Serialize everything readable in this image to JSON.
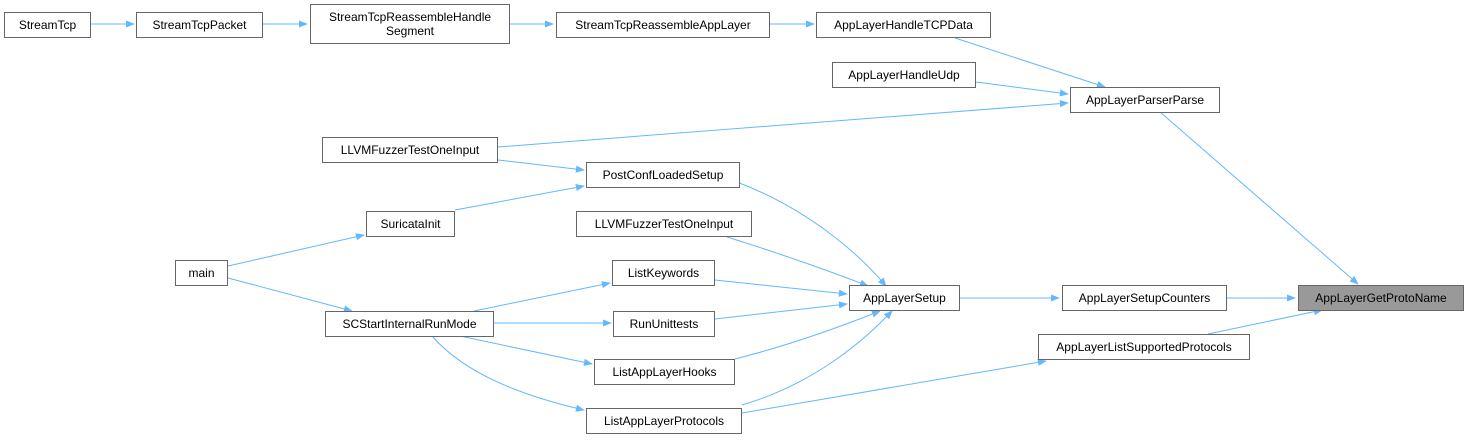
{
  "graph": {
    "edge_color": "#63b8ff",
    "node_fill": "#ffffff",
    "node_border": "#666666",
    "current_fill": "#999999",
    "nodes": {
      "stream_tcp": {
        "label": "StreamTcp"
      },
      "stream_tcp_packet": {
        "label": "StreamTcpPacket"
      },
      "stream_tcp_reassemble_handle_segment": {
        "label_line1": "StreamTcpReassembleHandle",
        "label_line2": "Segment"
      },
      "stream_tcp_reassemble_app_layer": {
        "label": "StreamTcpReassembleAppLayer"
      },
      "app_layer_handle_tcp_data": {
        "label": "AppLayerHandleTCPData"
      },
      "app_layer_handle_udp": {
        "label": "AppLayerHandleUdp"
      },
      "app_layer_parser_parse": {
        "label": "AppLayerParserParse"
      },
      "llvm_fuzzer_test_one_input_1": {
        "label": "LLVMFuzzerTestOneInput"
      },
      "post_conf_loaded_setup": {
        "label": "PostConfLoadedSetup"
      },
      "suricata_init": {
        "label": "SuricataInit"
      },
      "llvm_fuzzer_test_one_input_2": {
        "label": "LLVMFuzzerTestOneInput"
      },
      "main": {
        "label": "main"
      },
      "list_keywords": {
        "label": "ListKeywords"
      },
      "app_layer_setup": {
        "label": "AppLayerSetup"
      },
      "app_layer_setup_counters": {
        "label": "AppLayerSetupCounters"
      },
      "app_layer_get_proto_name": {
        "label": "AppLayerGetProtoName"
      },
      "sc_start_internal_run_mode": {
        "label": "SCStartInternalRunMode"
      },
      "run_unittests": {
        "label": "RunUnittests"
      },
      "app_layer_list_supported_protocols": {
        "label": "AppLayerListSupportedProtocols"
      },
      "list_app_layer_hooks": {
        "label": "ListAppLayerHooks"
      },
      "list_app_layer_protocols": {
        "label": "ListAppLayerProtocols"
      }
    }
  }
}
